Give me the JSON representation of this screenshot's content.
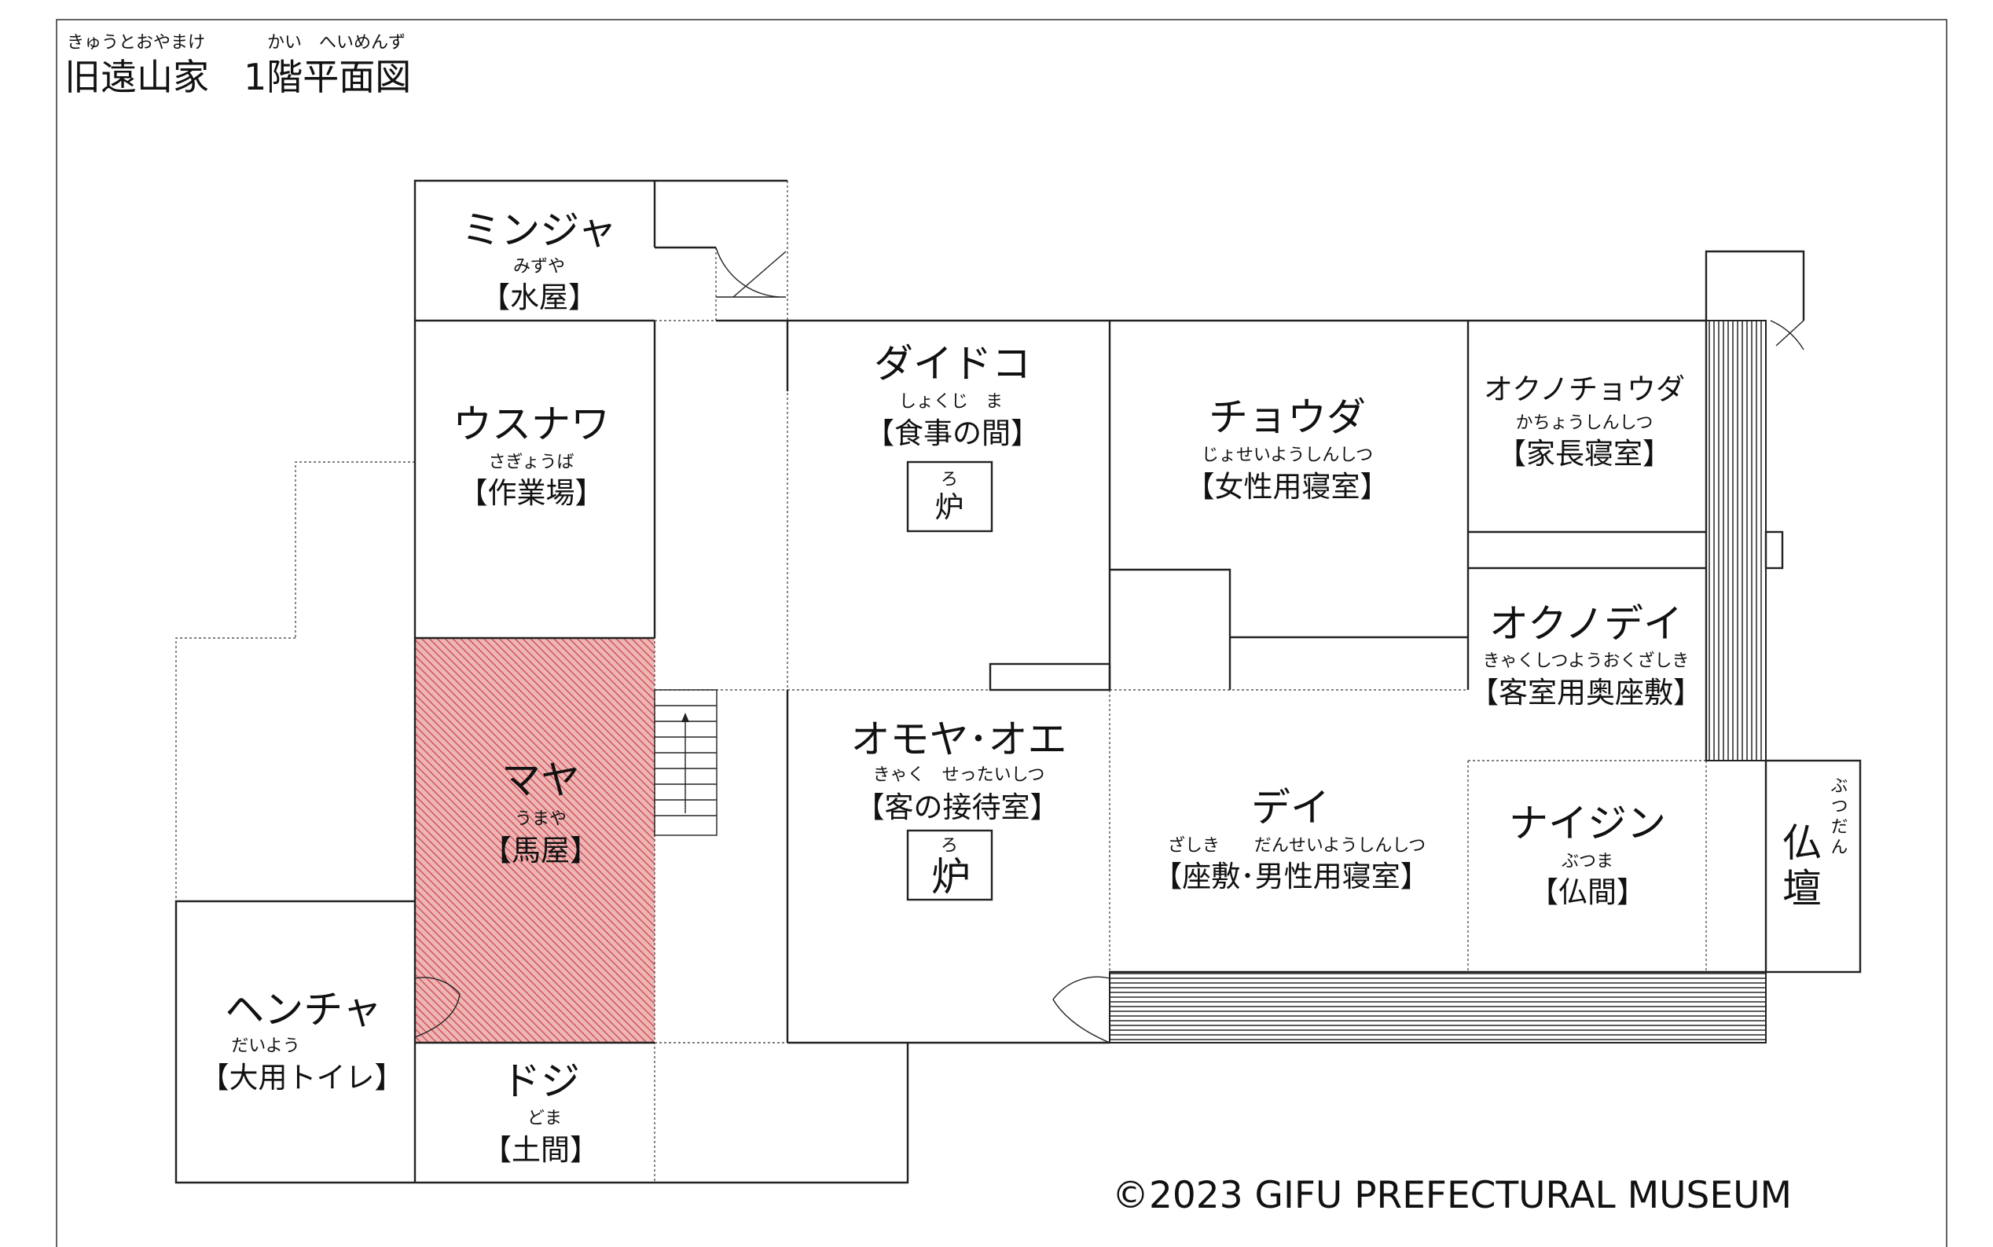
{
  "title": {
    "ruby_name": "きゅうとおやまけ",
    "ruby_floor": "かい　へいめんず",
    "name": "旧遠山家",
    "floor": "1階平面図"
  },
  "rooms": {
    "minja": {
      "name": "ミンジャ",
      "ruby": "みずや",
      "label": "【水屋】"
    },
    "usunawa": {
      "name": "ウスナワ",
      "ruby": "さぎょうば",
      "label": "【作業場】"
    },
    "maya": {
      "name": "マヤ",
      "ruby": "うまや",
      "label": "【馬屋】"
    },
    "hencha": {
      "name": "ヘンチャ",
      "ruby": "だいよう",
      "label": "【大用トイレ】"
    },
    "doji": {
      "name": "ドジ",
      "ruby": "どま",
      "label": "【土間】"
    },
    "daidoko": {
      "name": "ダイドコ",
      "ruby": "しょくじ　ま",
      "label": "【食事の間】",
      "hearth_ruby": "ろ",
      "hearth": "炉"
    },
    "omoya": {
      "name": "オモヤ･オエ",
      "ruby": "きゃく　せったいしつ",
      "label": "【客の接待室】",
      "hearth_ruby": "ろ",
      "hearth": "炉"
    },
    "chouda": {
      "name": "チョウダ",
      "ruby": "じょせいようしんしつ",
      "label": "【女性用寝室】"
    },
    "dei": {
      "name": "デイ",
      "ruby": "ざしき　　だんせいようしんしつ",
      "label": "【座敷･男性用寝室】"
    },
    "okuchouda": {
      "name": "オクノチョウダ",
      "ruby": "かちょうしんしつ",
      "label": "【家長寝室】"
    },
    "okudei": {
      "name": "オクノデイ",
      "ruby": "きゃくしつようおくざしき",
      "label": "【客室用奥座敷】"
    },
    "naijin": {
      "name": "ナイジン",
      "ruby": "ぶつま",
      "label": "【仏間】"
    },
    "butsudan": {
      "char1": "仏",
      "char2": "壇",
      "ruby": "ぶつだん"
    }
  },
  "colors": {
    "maya_fill": "#eeb5b5",
    "maya_hatch": "#c9484c",
    "walls": "#222222"
  },
  "copyright": "©2023  GIFU PREFECTURAL MUSEUM"
}
